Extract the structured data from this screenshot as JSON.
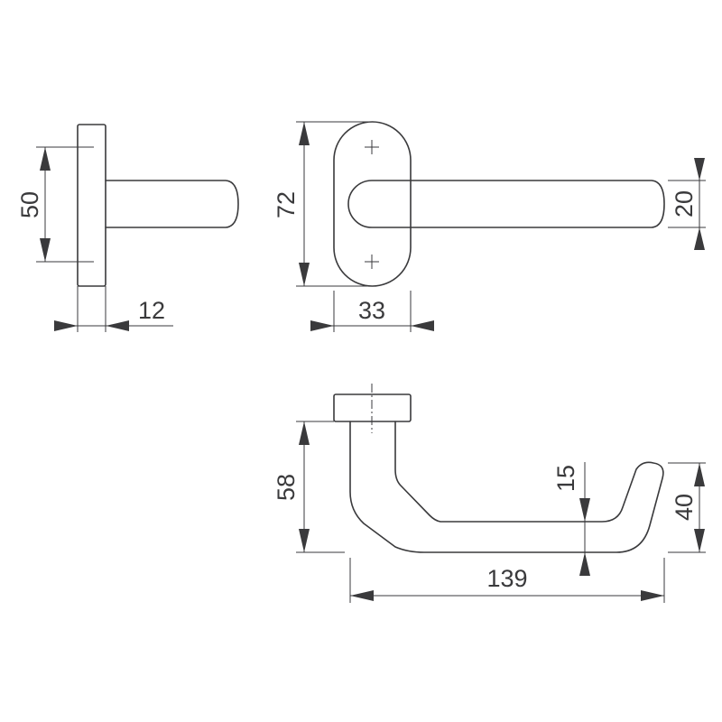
{
  "dimensions": {
    "side_height": "50",
    "side_depth": "12",
    "front_height": "72",
    "front_width": "33",
    "lever_diameter": "20",
    "top_height": "58",
    "top_length": "139",
    "top_grip": "15",
    "top_end": "40"
  },
  "colors": {
    "line": "#3a3a3c",
    "background": "#ffffff"
  }
}
